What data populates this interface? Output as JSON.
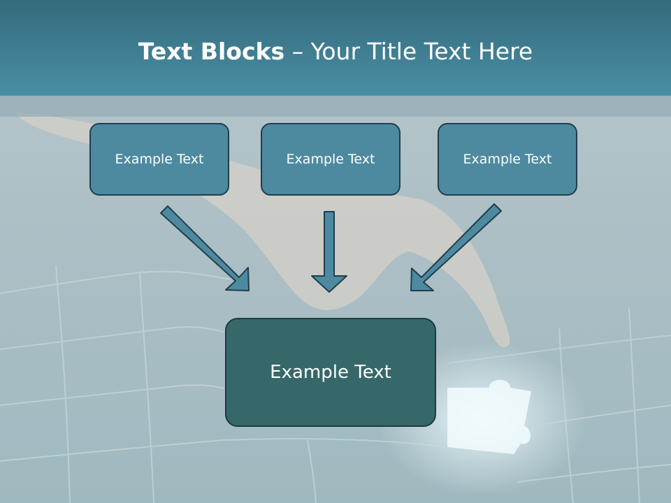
{
  "title": {
    "bold": "Text Blocks",
    "dash": " – ",
    "rest": "Your Title Text Here"
  },
  "blocks": [
    {
      "label": "Example Text"
    },
    {
      "label": "Example Text"
    },
    {
      "label": "Example Text"
    }
  ],
  "main_block": {
    "label": "Example Text"
  },
  "colors": {
    "title_bar": "#3f7d93",
    "small_box": "#4d8aa0",
    "main_box": "#36686a",
    "arrow": "#4d8aa0"
  }
}
